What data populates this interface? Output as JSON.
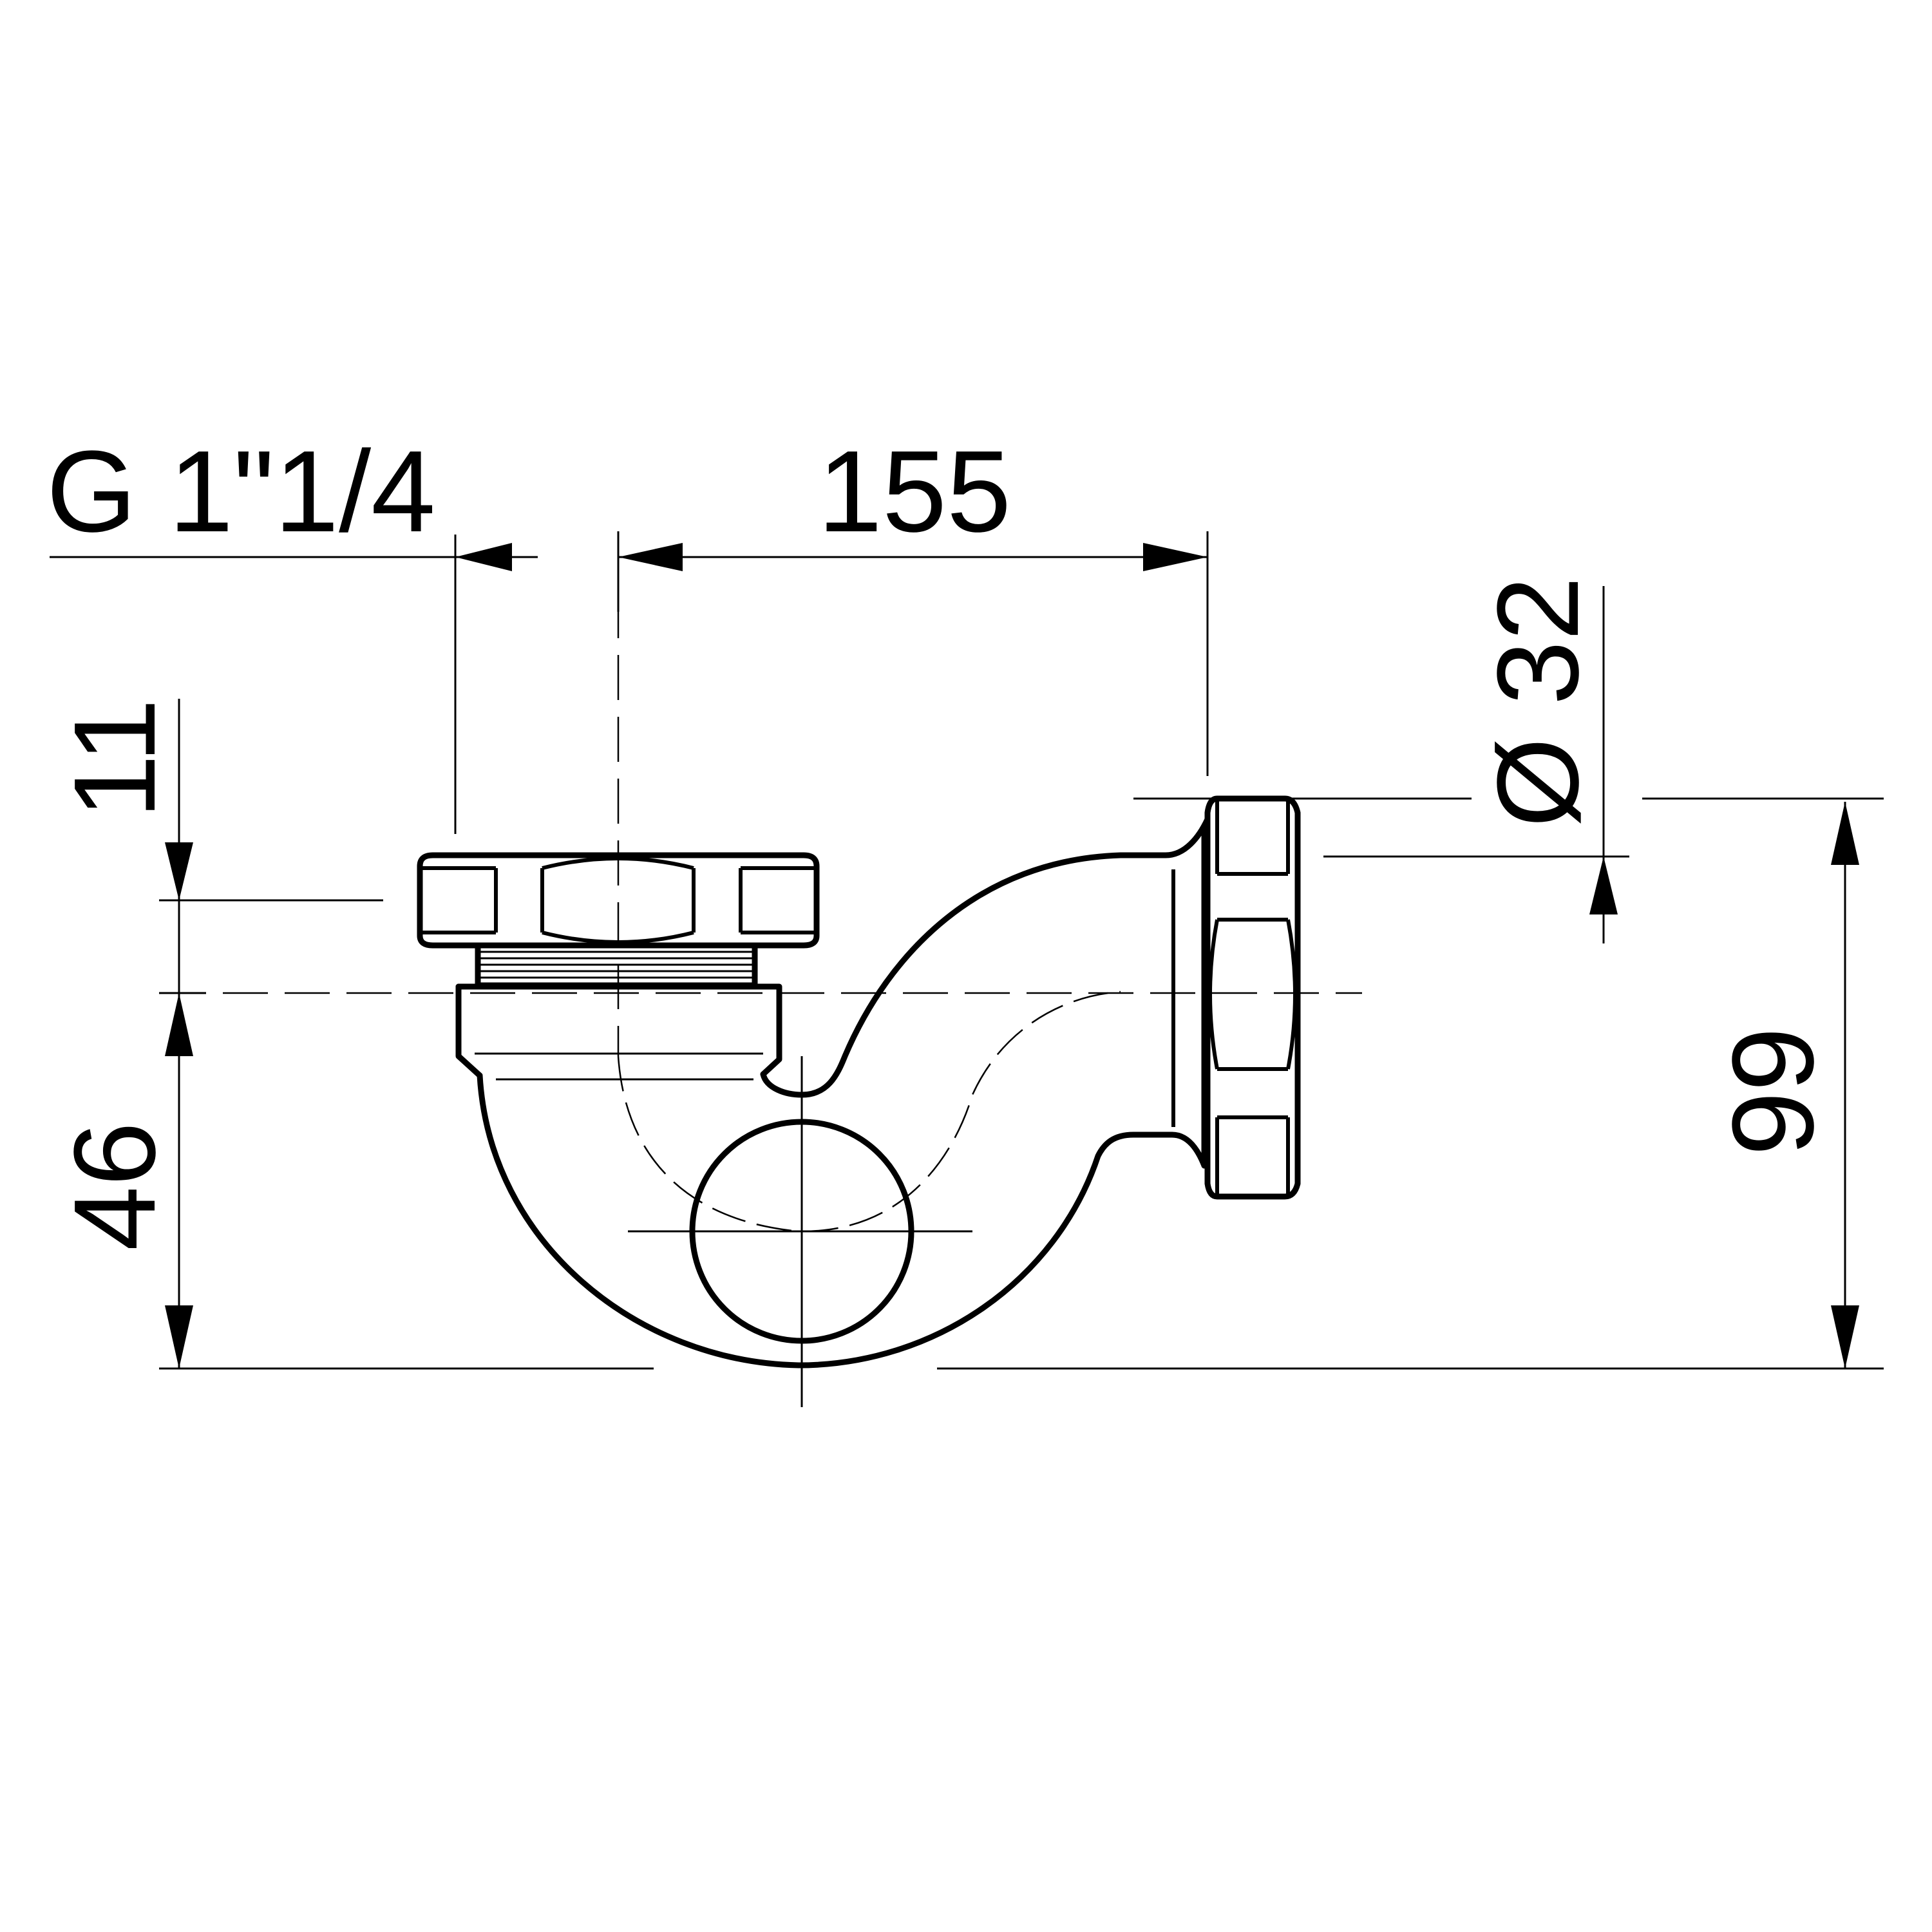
{
  "diagram": {
    "dimensions": {
      "thread": "G 1\"1/4",
      "horizontal_distance": "155",
      "outlet_diameter": "Ø 32",
      "nut_height": "11",
      "inlet_height": "46",
      "total_height": "99"
    }
  }
}
